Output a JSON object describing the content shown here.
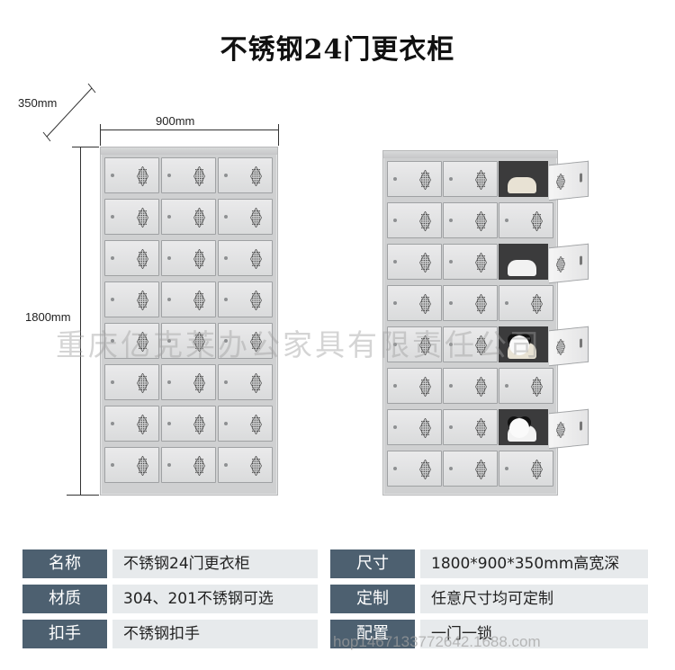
{
  "title": "不锈钢24门更衣柜",
  "dimensions": {
    "depth": "350mm",
    "width": "900mm",
    "height": "1800mm"
  },
  "watermark": "重庆亿克莱办公家具有限责任公司",
  "watermark_url": "hop1467133772642.1688.com",
  "icons": {
    "vent": "diamond-vent-icon",
    "lock": "lock-icon"
  },
  "colors": {
    "cabinet": "#cfd0d1",
    "label_bg": "#4d6070",
    "value_bg": "#e7eaec"
  },
  "specs": [
    {
      "label": "名称",
      "value": "不锈钢24门更衣柜",
      "label2": "尺寸",
      "value2": "1800*900*350mm高宽深"
    },
    {
      "label": "材质",
      "value": "304、201不锈钢可选",
      "label2": "定制",
      "value2": "任意尺寸均可定制"
    },
    {
      "label": "扣手",
      "value": "不锈钢扣手",
      "label2": "配置",
      "value2": "一门一锁"
    }
  ]
}
